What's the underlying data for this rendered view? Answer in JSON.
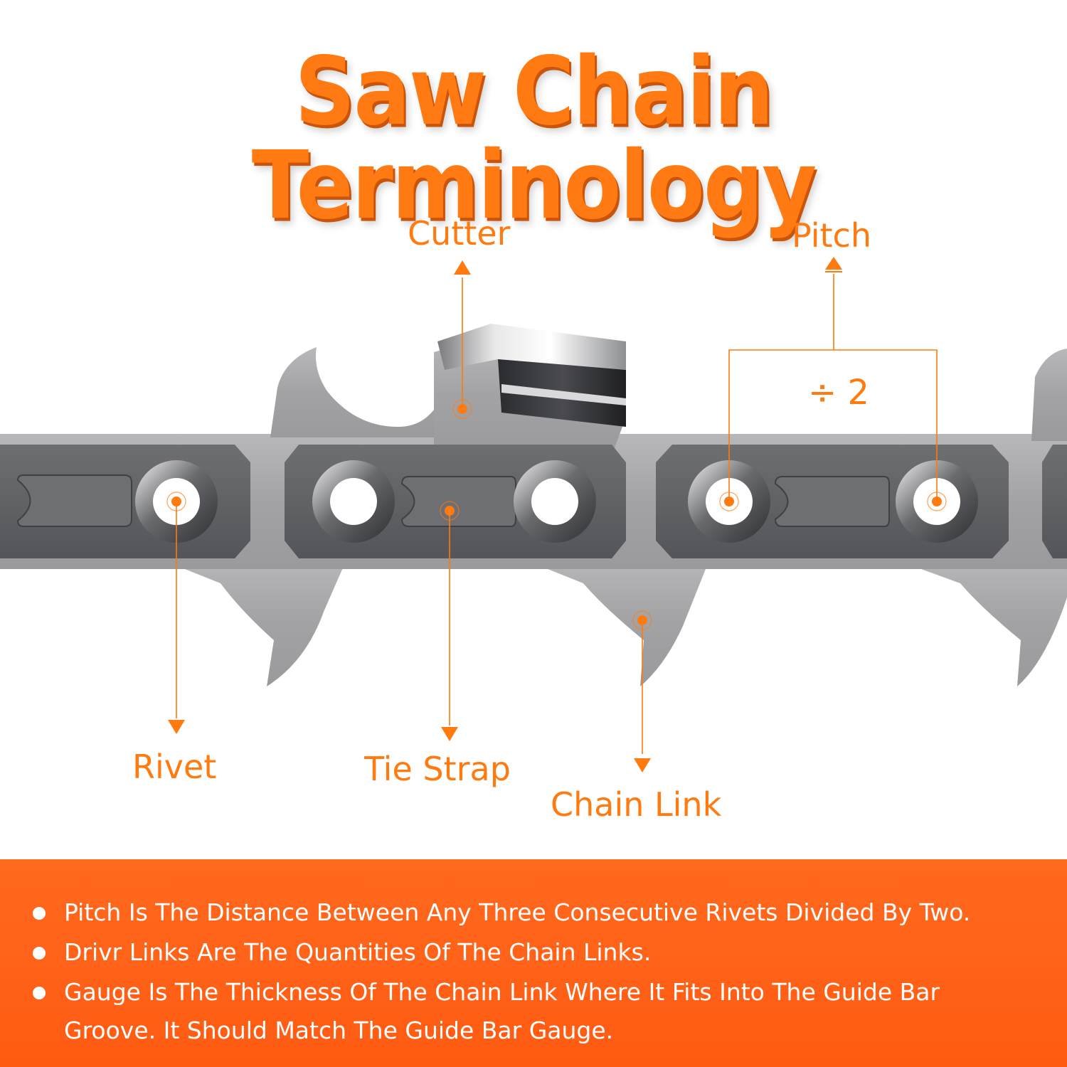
{
  "title": "Saw Chain Terminology",
  "labels": {
    "cutter": "Cutter",
    "pitch": "Pitch",
    "pitch_divisor": "÷ 2",
    "rivet": "Rivet",
    "tie_strap": "Tie Strap",
    "chain_link": "Chain Link"
  },
  "notes": [
    "Pitch Is The Distance Between Any Three Consecutive Rivets Divided By Two.",
    "Drivr Links Are The Quantities Of The Chain Links.",
    "Gauge Is The Thickness Of The Chain Link Where It Fits Into The Guide Bar Groove. It Should Match The Guide Bar Gauge."
  ],
  "colors": {
    "accent": "#ff7a0f",
    "band": "#ff5f16",
    "steel_light": "#a9a9ab",
    "steel_dark": "#5d5e60"
  }
}
